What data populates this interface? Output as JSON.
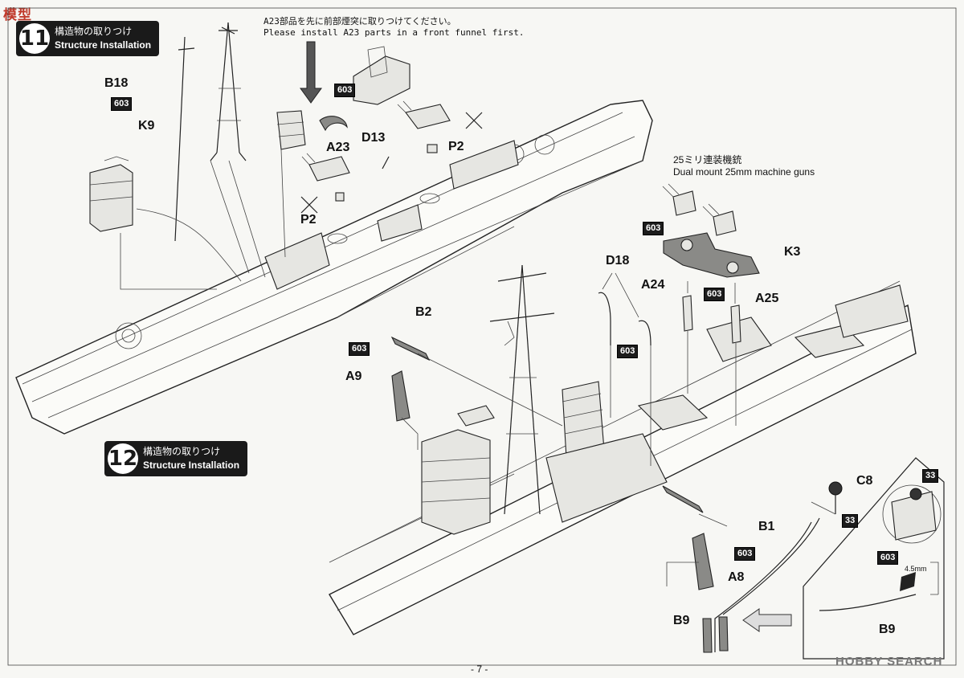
{
  "watermarks": {
    "top_logo": "模型",
    "bottom_logo": "HOBBY SEARCH"
  },
  "steps": [
    {
      "number": "11",
      "title_jp": "構造物の取りつけ",
      "title_en": "Structure Installation"
    },
    {
      "number": "12",
      "title_jp": "構造物の取りつけ",
      "title_en": "Structure Installation"
    }
  ],
  "notes": {
    "a23_jp": "A23部品を先に前部煙突に取りつけてください。",
    "a23_en": "Please install A23 parts in a front funnel first."
  },
  "guns_caption": {
    "jp": "25ミリ連装機銃",
    "en": "Dual mount 25mm machine guns"
  },
  "parts": {
    "b18": "B18",
    "k9": "K9",
    "a23": "A23",
    "d13": "D13",
    "p2a": "P2",
    "p2b": "P2",
    "b2": "B2",
    "a9": "A9",
    "d18": "D18",
    "a24": "A24",
    "a25": "A25",
    "k3": "K3",
    "c8": "C8",
    "b1": "B1",
    "a8": "A8",
    "b9a": "B9",
    "b9b": "B9"
  },
  "codes": {
    "c603_1": "603",
    "c603_2": "603",
    "c603_3": "603",
    "c603_4": "603",
    "c603_5": "603",
    "c603_6": "603",
    "c603_7": "603",
    "c603_8": "603",
    "c33_1": "33",
    "c33_2": "33"
  },
  "dimension": "4.5mm",
  "page_number": "- 7 -"
}
